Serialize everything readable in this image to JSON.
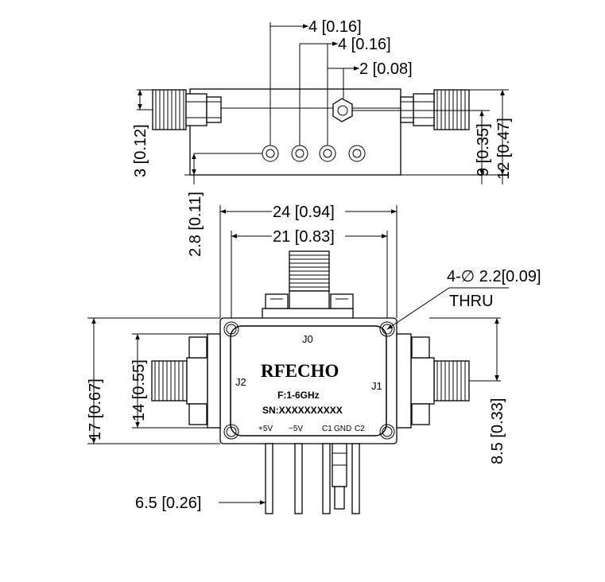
{
  "dimensions": {
    "top_4a": "4 [0.16]",
    "top_4b": "4 [0.16]",
    "top_2": "2 [0.08]",
    "side_3": "3 [0.12]",
    "side_2_8": "2.8 [0.11]",
    "right_9": "9 [0.35]",
    "right_12": "12 [0.47]",
    "width_24": "24 [0.94]",
    "width_21": "21 [0.83]",
    "height_17": "17 [0.67]",
    "height_14": "14 [0.55]",
    "right_8_5": "8.5 [0.33]",
    "pin_6_5": "6.5 [0.26]",
    "hole_callout": "4-∅ 2.2[0.09]",
    "hole_thru": "THRU"
  },
  "labels": {
    "brand": "RFECHO",
    "freq": "F:1-6GHz",
    "serial": "SN:XXXXXXXXXX",
    "j0": "J0",
    "j1": "J1",
    "j2": "J2",
    "pin_plus5": "+5V",
    "pin_minus5": "−5V",
    "pin_c1": "C1",
    "pin_gnd": "GND",
    "pin_c2": "C2"
  }
}
